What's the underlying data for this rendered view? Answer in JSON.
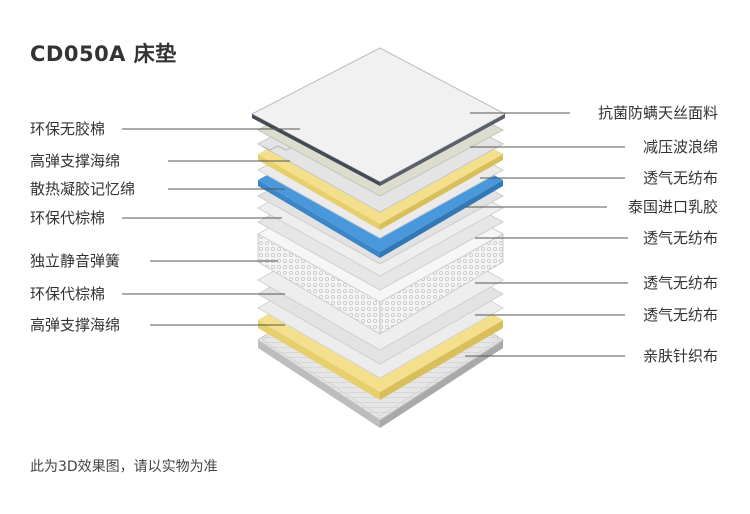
{
  "title": "CD050A 床垫",
  "footnote": "此为3D效果图，请以实物为准",
  "left_labels": [
    "环保无胶棉",
    "高弹支撑海绵",
    "散热凝胶记忆绵",
    "环保代棕棉",
    "独立静音弹簧",
    "环保代棕棉",
    "高弹支撑海绵"
  ],
  "right_labels": [
    "抗菌防螨天丝面料",
    "减压波浪绵",
    "透气无纺布",
    "泰国进口乳胶",
    "透气无纺布",
    "透气无纺布",
    "透气无纺布",
    "亲肤针织布"
  ],
  "colors": {
    "foam_yellow": "#f4df8c",
    "gel_blue": "#4a98dc",
    "fabric_gray": "#dedede",
    "top_fabric": "#f1f1f1",
    "leader_line": "#555555"
  }
}
